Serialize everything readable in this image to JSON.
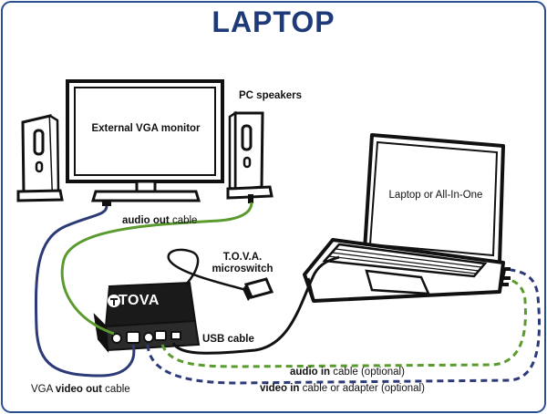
{
  "title": "LAPTOP",
  "colors": {
    "title": "#1e3a78",
    "frame": "#2a4e8f",
    "audio_cable": "#5a9a2e",
    "video_cable": "#2d3a78",
    "device_dark": "#1a1a1a"
  },
  "labels": {
    "monitor": "External VGA monitor",
    "speakers": "PC speakers",
    "laptop": "Laptop or All-In-One",
    "microswitch_line1": "T.O.V.A.",
    "microswitch_line2": "microswitch",
    "usb_cable": "USB cable",
    "audio_out_bold": "audio out",
    "audio_out_rest": " cable",
    "vga_prefix": "VGA ",
    "vga_bold": "video out",
    "vga_rest": " cable",
    "audio_in_bold": "audio in",
    "audio_in_rest": " cable (optional)",
    "video_in_bold": "video in",
    "video_in_rest": " cable or adapter (optional)",
    "tova_logo": "TOVA"
  },
  "icons": [
    "tova-logo-icon",
    "monitor-icon",
    "speaker-icon",
    "laptop-icon",
    "microswitch-icon"
  ]
}
